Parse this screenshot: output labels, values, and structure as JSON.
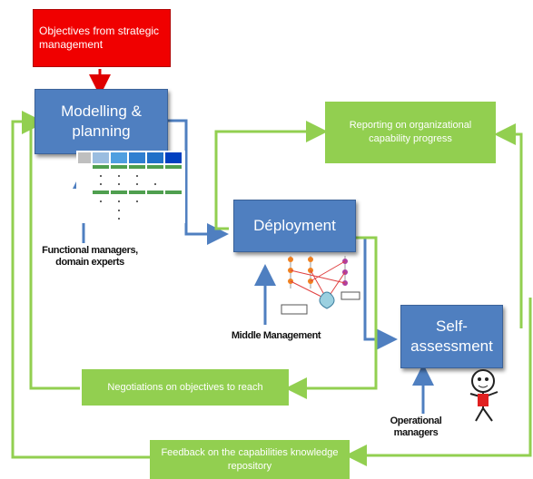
{
  "objectives_box": "Objectives from strategic management",
  "modelling_box": "Modelling & planning",
  "deployment_box": "Déployment",
  "self_assessment_box": "Self-assessment",
  "reporting_box": "Reporting on organizational capability progress",
  "negotiations_box": "Negotiations on objectives to reach",
  "feedback_box": "Feedback on the capabilities knowledge repository",
  "functional_label": "Functional managers, domain experts",
  "middle_label": "Middle Management",
  "operational_label": "Operational managers",
  "colors": {
    "objectives": "#f00000",
    "process_box": "#4f7fc0",
    "feedback_box": "#92cf50",
    "green_arrow": "#92cf50",
    "blue_arrow": "#4f7fc0",
    "red_arrow": "#e00000"
  }
}
